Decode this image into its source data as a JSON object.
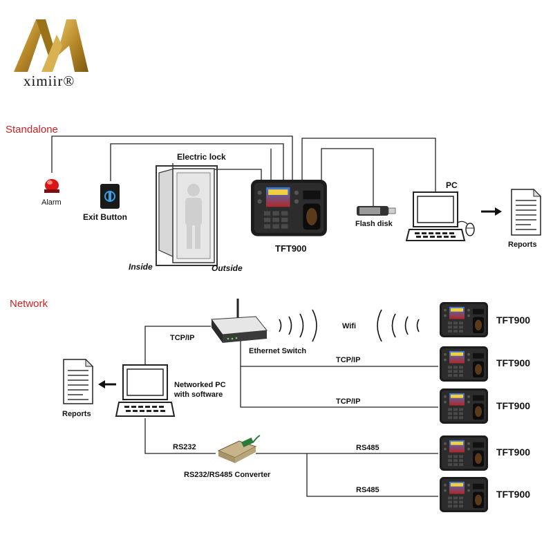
{
  "brand": {
    "name": "ximiir®",
    "logo_gold": "#c49a2c",
    "logo_dark": "#7a5a10"
  },
  "accent_color": "#cc2222",
  "standalone": {
    "heading": "Standalone",
    "alarm": "Alarm",
    "exit_button": "Exit Button",
    "electric_lock": "Electric lock",
    "inside": "Inside",
    "outside": "Outside",
    "device": "TFT900",
    "flash_disk": "Flash disk",
    "pc": "PC",
    "reports": "Reports"
  },
  "network": {
    "heading": "Network",
    "tcpip_pc": "TCP/IP",
    "ethernet_switch": "Ethernet Switch",
    "wifi": "Wifi",
    "tcpip_1": "TCP/IP",
    "tcpip_2": "TCP/IP",
    "networked_pc": [
      "Networked PC",
      "with software"
    ],
    "reports": "Reports",
    "rs232": "RS232",
    "converter": "RS232/RS485 Converter",
    "rs485_1": "RS485",
    "rs485_2": "RS485",
    "devices": [
      "TFT900",
      "TFT900",
      "TFT900",
      "TFT900",
      "TFT900"
    ]
  }
}
